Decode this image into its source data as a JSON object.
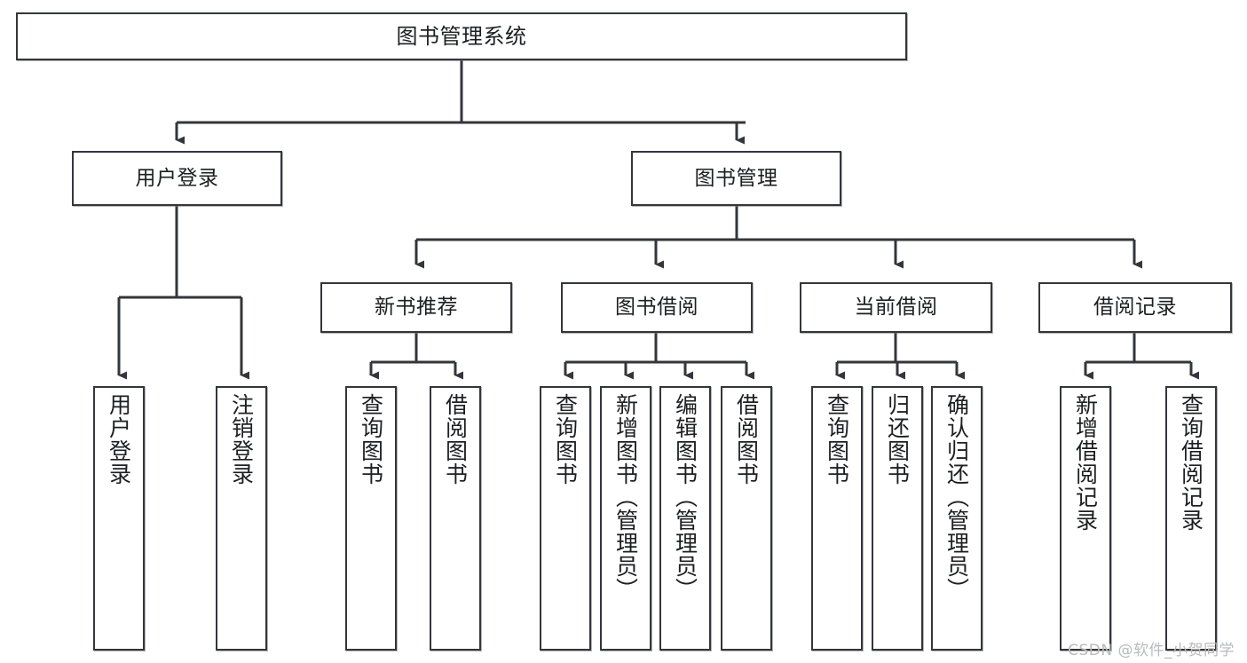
{
  "diagram": {
    "title": "图书管理系统",
    "watermark": "CSDN @软件_小贺同学",
    "colors": {
      "border": "#33363a",
      "background": "#ffffff",
      "text": "#1d1f21",
      "watermark": "#b9babc"
    }
  },
  "nodes": {
    "root": {
      "label": "图书管理系统"
    },
    "level2": [
      {
        "label": "用户登录"
      },
      {
        "label": "图书管理"
      }
    ],
    "level3": [
      {
        "label": "新书推荐"
      },
      {
        "label": "图书借阅"
      },
      {
        "label": "当前借阅"
      },
      {
        "label": "借阅记录"
      }
    ],
    "leaves": {
      "user_login": [
        {
          "label": "用户登录"
        },
        {
          "label": "注销登录"
        }
      ],
      "new_book_recommend": [
        {
          "label": "查询图书"
        },
        {
          "label": "借阅图书"
        }
      ],
      "book_borrow": [
        {
          "label": "查询图书"
        },
        {
          "label": "新增图书（管理员）"
        },
        {
          "label": "编辑图书（管理员）"
        },
        {
          "label": "借阅图书"
        }
      ],
      "current_borrow": [
        {
          "label": "查询图书"
        },
        {
          "label": "归还图书"
        },
        {
          "label": "确认归还（管理员）"
        }
      ],
      "borrow_record": [
        {
          "label": "新增借阅记录"
        },
        {
          "label": "查询借阅记录"
        }
      ]
    }
  }
}
